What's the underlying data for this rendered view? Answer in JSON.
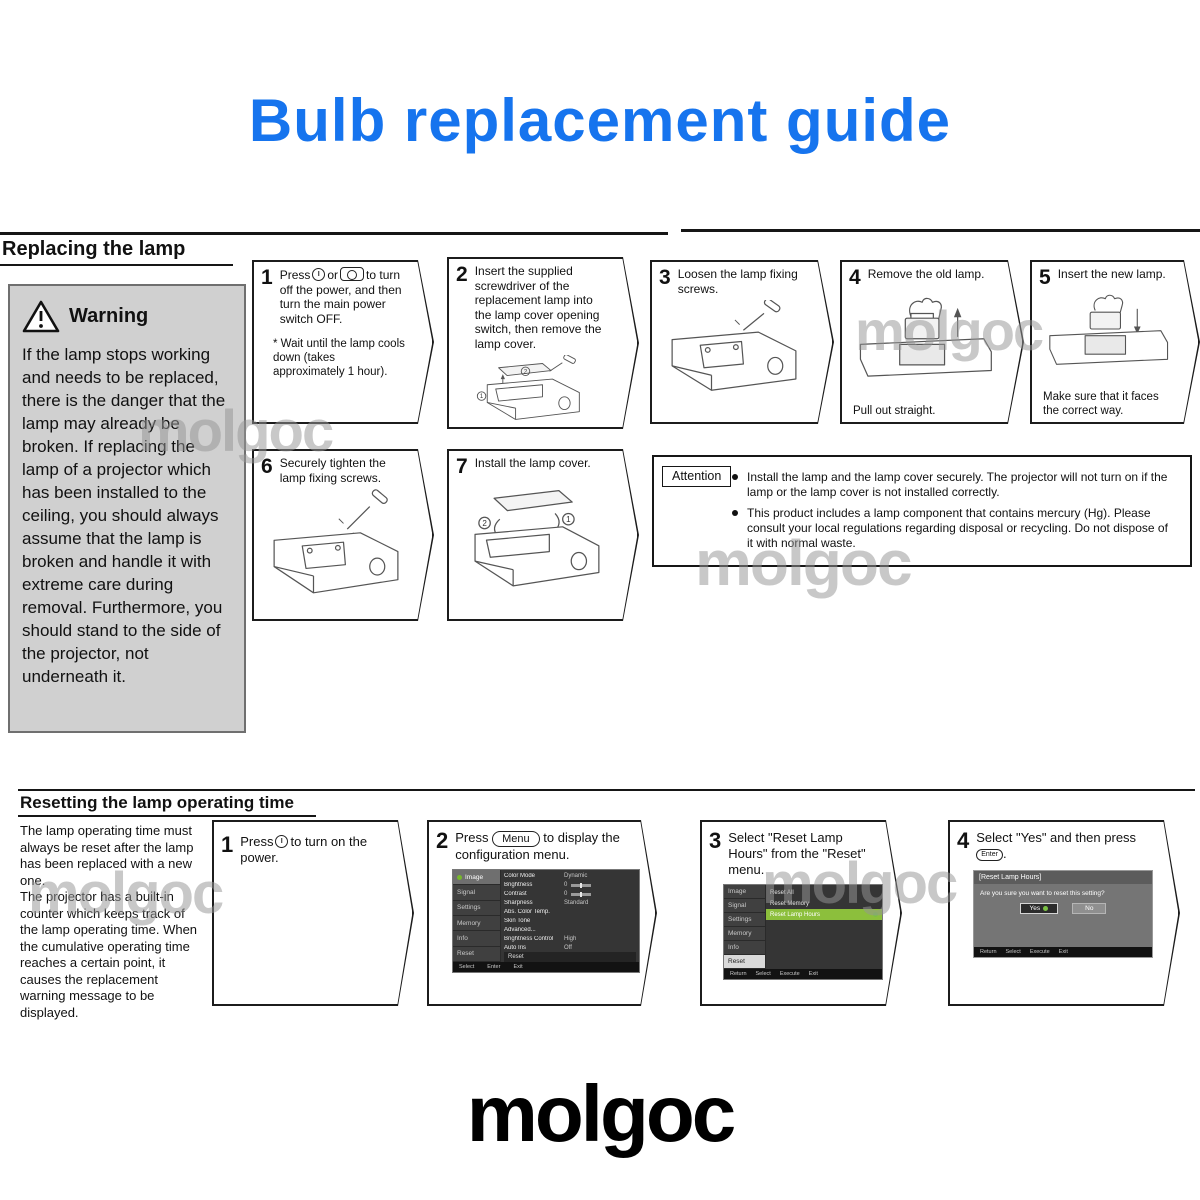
{
  "page": {
    "title": "Bulb replacement guide",
    "watermark": "molgoc",
    "logo": "molgoc"
  },
  "replacing": {
    "heading": "Replacing the lamp",
    "warning": {
      "title": "Warning",
      "body": "If the lamp stops working and needs to be replaced, there is the danger that the lamp may already be broken. If replacing the lamp of a projector which has been installed to the ceiling, you should always assume that the lamp is broken and handle it with extreme care during removal. Furthermore, you should stand to the side of the projector, not underneath it."
    },
    "steps": {
      "s1": {
        "num": "1",
        "pre": "Press",
        "mid": "or",
        "post": "to turn off the power, and then turn the main power switch OFF.",
        "note": "* Wait until the lamp cools down (takes approximately 1 hour)."
      },
      "s2": {
        "num": "2",
        "text": "Insert the supplied screwdriver of the replacement lamp into the lamp cover opening switch, then remove the lamp cover.",
        "callout1": "1",
        "callout2": "2"
      },
      "s3": {
        "num": "3",
        "text": "Loosen the lamp fixing screws."
      },
      "s4": {
        "num": "4",
        "text": "Remove the old lamp.",
        "caption": "Pull out straight."
      },
      "s5": {
        "num": "5",
        "text": "Insert the new lamp.",
        "caption": "Make sure that it faces the correct way."
      },
      "s6": {
        "num": "6",
        "text": "Securely tighten the lamp fixing screws."
      },
      "s7": {
        "num": "7",
        "text": "Install the lamp cover.",
        "callout1": "1",
        "callout2": "2"
      }
    },
    "attention": {
      "label": "Attention",
      "bullet1": "Install the lamp and the lamp cover securely. The projector will not turn on if the lamp or the lamp cover is not installed correctly.",
      "bullet2": "This product includes a lamp component that contains mercury (Hg). Please consult your local regulations regarding disposal or recycling. Do not dispose of it with normal waste."
    }
  },
  "resetting": {
    "heading": "Resetting the lamp operating time",
    "intro1": "The lamp operating time must always be reset after the lamp has been replaced with a new one.",
    "intro2": "The projector has a built-in counter which keeps track of the lamp operating time. When the cumulative operating time reaches a certain point, it causes the replacement warning message to be displayed.",
    "steps": {
      "r1": {
        "num": "1",
        "pre": "Press",
        "post": "to turn on the power."
      },
      "r2": {
        "num": "2",
        "pre": "Press",
        "button": "Menu",
        "post": "to display the configuration menu."
      },
      "r3": {
        "num": "3",
        "text": "Select \"Reset Lamp Hours\" from the \"Reset\" menu."
      },
      "r4": {
        "num": "4",
        "pre": "Select \"Yes\" and then press",
        "button": "Enter",
        "post": "."
      }
    },
    "config_menu": {
      "sidebar": [
        "Image",
        "Signal",
        "Settings",
        "Memory",
        "Info",
        "Reset"
      ],
      "rows": [
        {
          "label": "Color Mode",
          "value": "Dynamic"
        },
        {
          "label": "Brightness",
          "value": "0"
        },
        {
          "label": "Contrast",
          "value": "0"
        },
        {
          "label": "Sharpness",
          "value": "Standard"
        },
        {
          "label": "Abs. Color Temp.",
          "value": ""
        },
        {
          "label": "Skin Tone",
          "value": ""
        },
        {
          "label": "Advanced...",
          "value": ""
        },
        {
          "label": "Brightness Control",
          "value": "High"
        },
        {
          "label": "Auto Iris",
          "value": "Off"
        }
      ],
      "reset_row": "Reset",
      "footer": [
        "Select",
        "Enter",
        "Exit"
      ]
    },
    "reset_menu": {
      "sidebar": [
        "Image",
        "Signal",
        "Settings",
        "Memory",
        "Info",
        "Reset"
      ],
      "rows": [
        "Reset All",
        "Reset Memory",
        "Reset Lamp Hours"
      ],
      "footer": [
        "Return",
        "Select",
        "Execute",
        "Exit"
      ]
    },
    "dialog": {
      "title": "[Reset Lamp Hours]",
      "message": "Are you sure you want to reset this setting?",
      "yes": "Yes",
      "no": "No",
      "footer": [
        "Return",
        "Select",
        "Execute",
        "Exit"
      ]
    }
  }
}
